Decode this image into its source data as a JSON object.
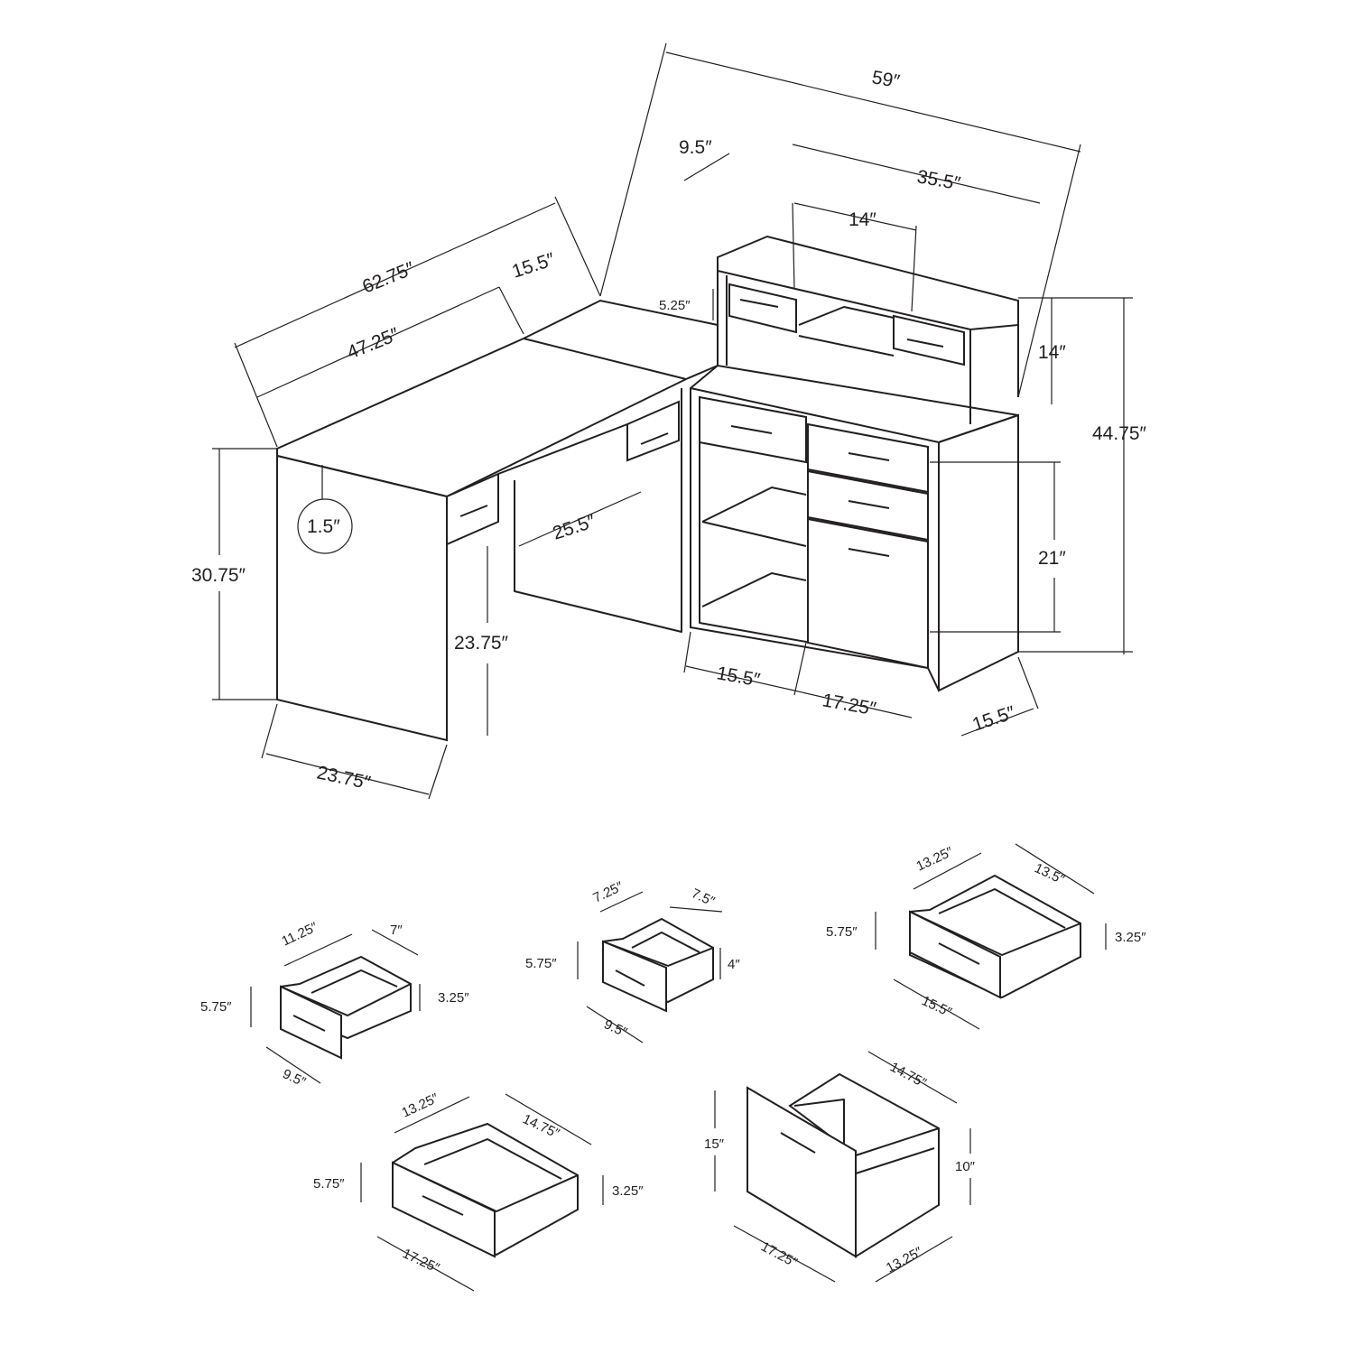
{
  "colors": {
    "line": "#231f20",
    "background": "#ffffff"
  },
  "desk": {
    "overall_width": "59″",
    "hutch_side": "9.5″",
    "hutch_width": "35.5″",
    "hutch_opening": "14″",
    "desk_length": "62.75″",
    "corner_depth": "15.5″",
    "desk_inner_length": "47.25″",
    "hutch_drawer_height": "5.25″",
    "hutch_height": "14″",
    "total_height": "44.75″",
    "top_thickness": "1.5″",
    "knee_width": "25.5″",
    "desk_height": "30.75″",
    "cabinet_drawers_height": "21″",
    "knee_height": "23.75″",
    "cabinet_open_width": "15.5″",
    "cabinet_drawer_width": "17.25″",
    "cabinet_depth": "15.5″",
    "desk_depth": "23.75″"
  },
  "drawers": [
    {
      "back_width": "11.25″",
      "depth": "7″",
      "height": "5.75″",
      "inner_height": "3.25″",
      "front_width": "9.5″"
    },
    {
      "back_width": "7.25″",
      "depth": "7.5″",
      "height": "5.75″",
      "inner_height": "4″",
      "front_width": "9.5″"
    },
    {
      "back_width": "13.25″",
      "depth": "13.5″",
      "height": "5.75″",
      "inner_height": "3.25″",
      "front_width": "15.5″"
    },
    {
      "back_width": "13.25″",
      "depth": "14.75″",
      "height": "5.75″",
      "inner_height": "3.25″",
      "front_width": "17.25″"
    },
    {
      "depth": "14.75″",
      "height": "15″",
      "inner_height": "10″",
      "front_width": "17.25″",
      "side_width": "13.25″"
    }
  ]
}
